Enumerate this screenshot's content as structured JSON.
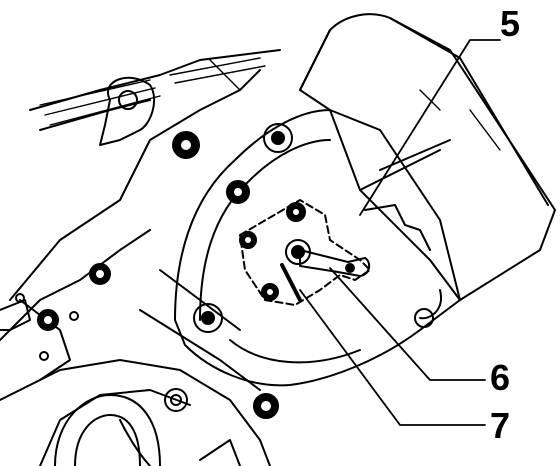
{
  "callouts": [
    {
      "id": "5",
      "label": "5"
    },
    {
      "id": "6",
      "label": "6"
    },
    {
      "id": "7",
      "label": "7"
    }
  ],
  "colors": {
    "ink": "#000000",
    "paper": "#ffffff"
  }
}
